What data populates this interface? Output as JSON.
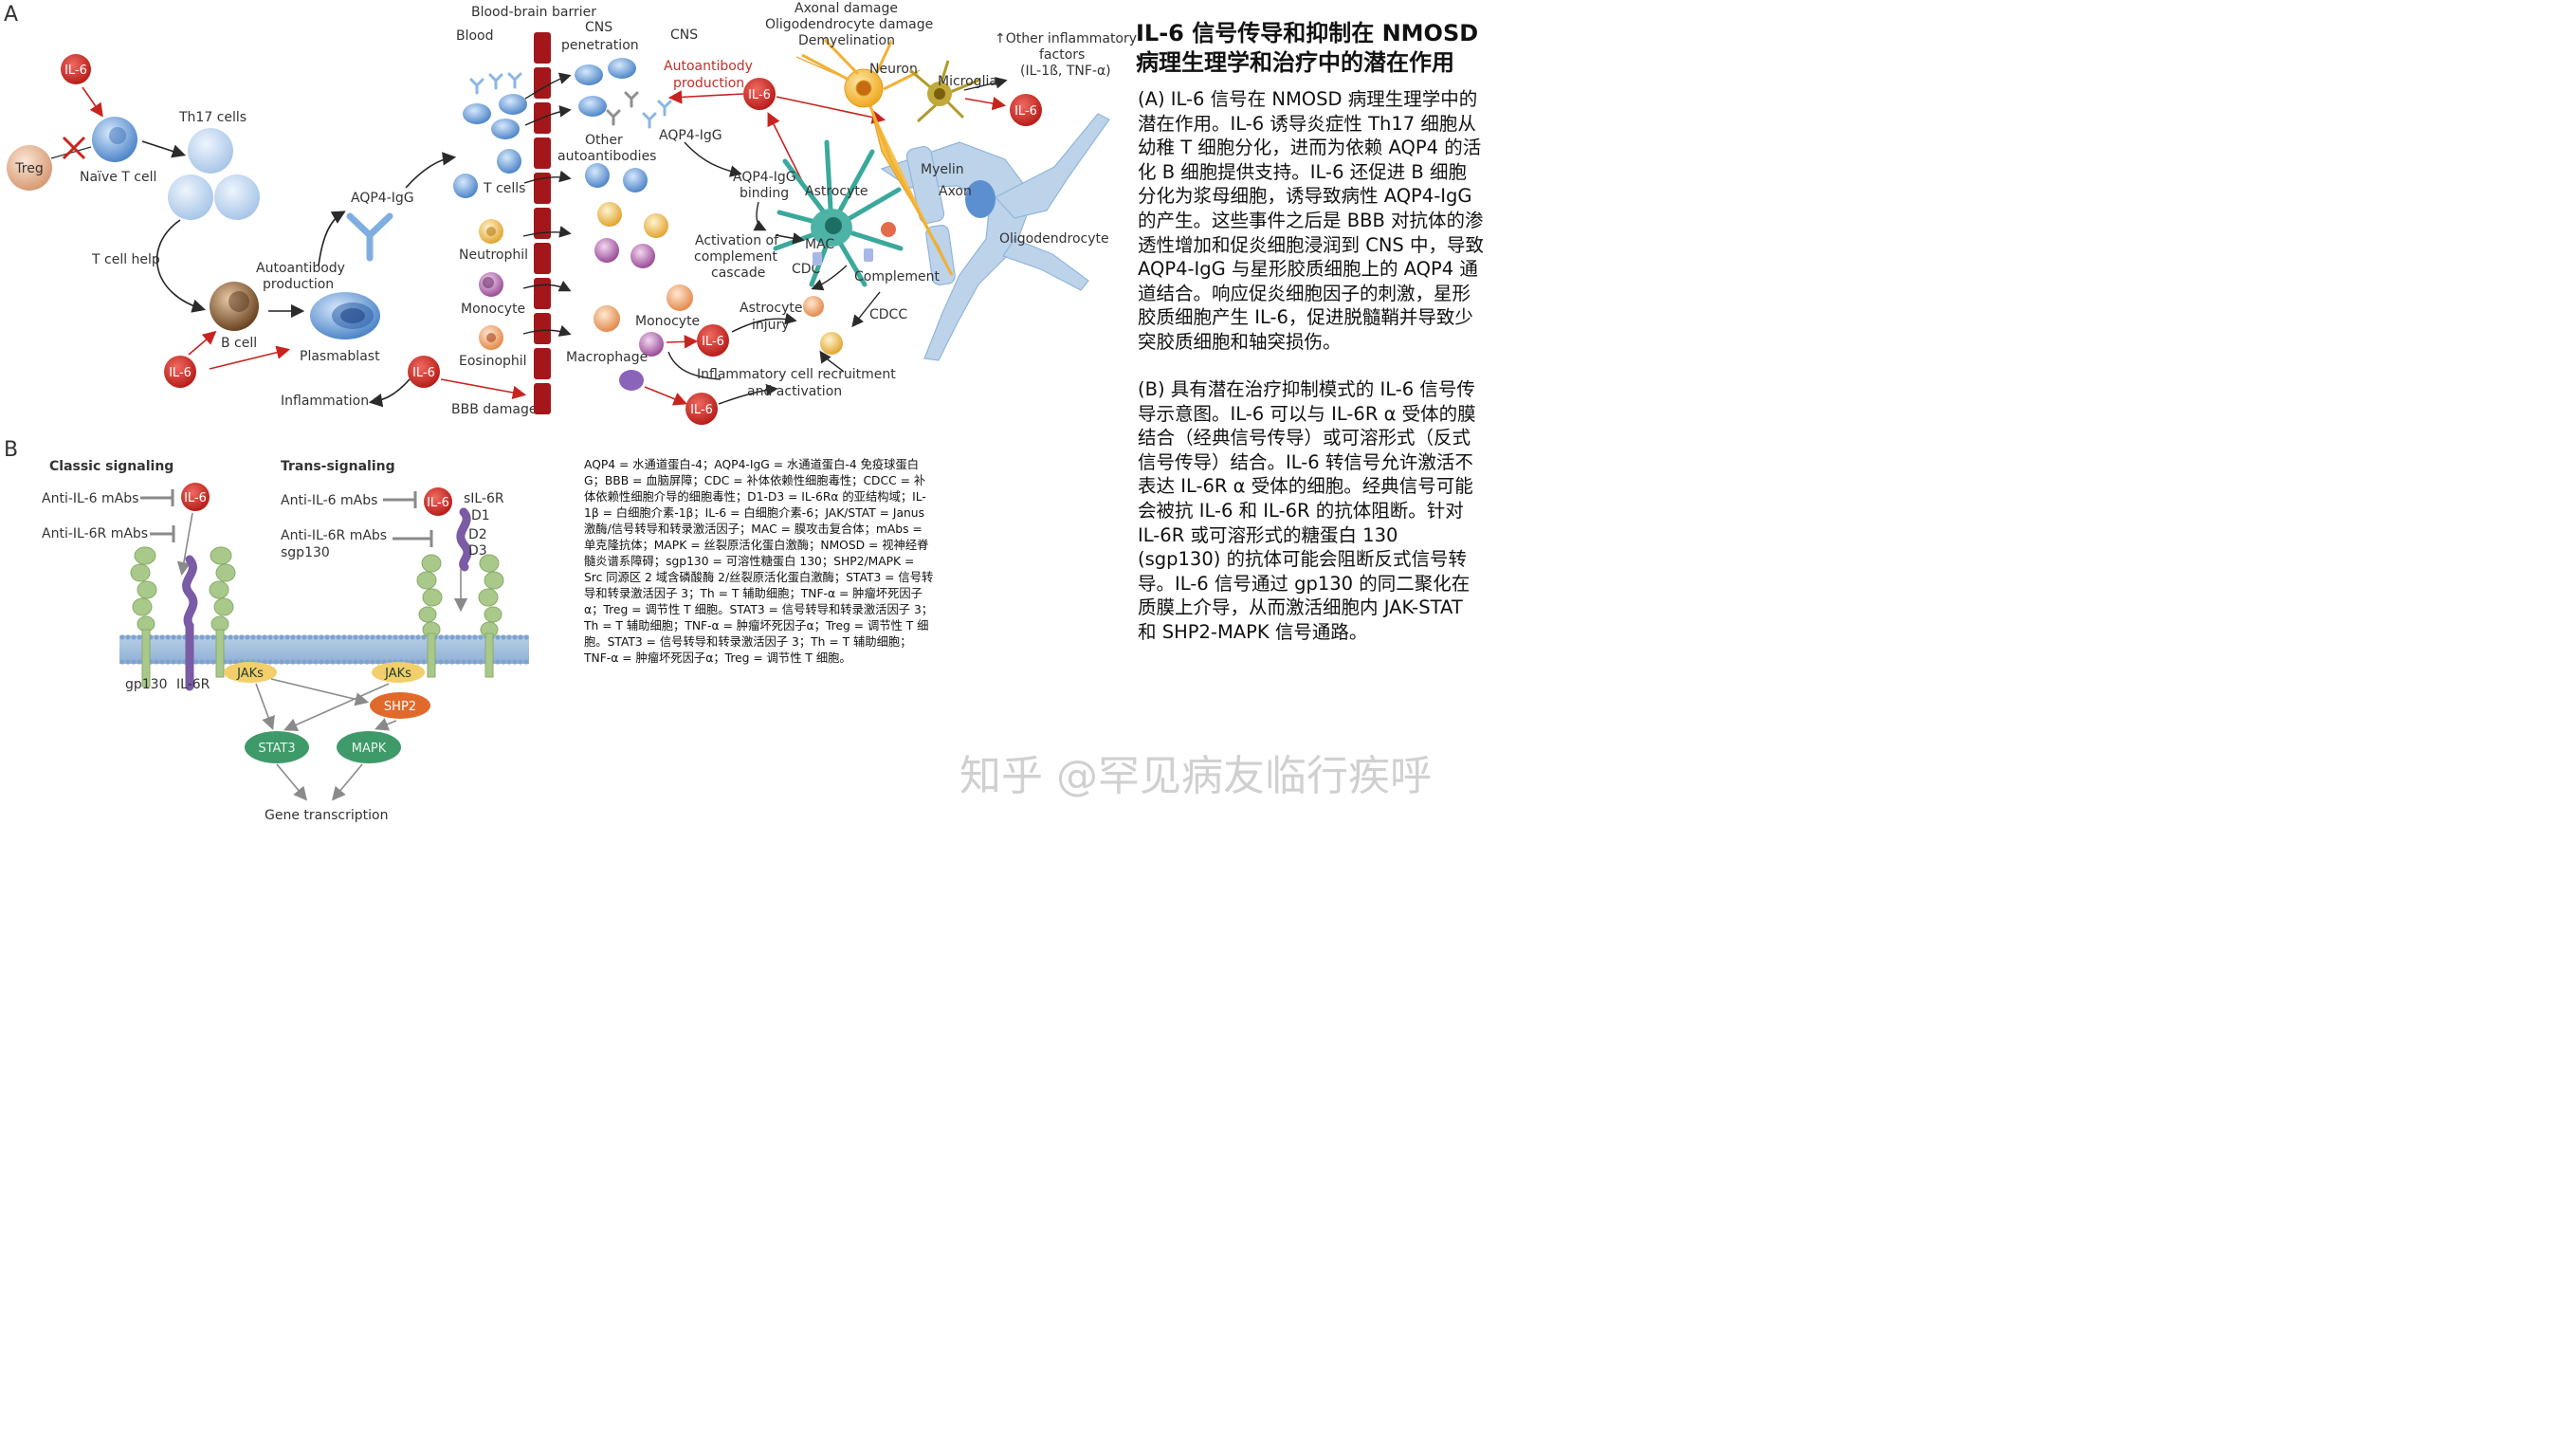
{
  "panel_a": {
    "letter": "A",
    "labels": {
      "th17": "Th17 cells",
      "naive": "Naïve T cell",
      "treg": "Treg",
      "t_help": "T cell help",
      "b_cell": "B cell",
      "plasmablast": "Plasmablast",
      "aqp4_igg": "AQP4-IgG",
      "autoab_1": "Autoantibody",
      "autoab_2": "production",
      "inflammation": "Inflammation",
      "bbb_damage": "BBB damage",
      "bbb": "Blood-brain barrier",
      "blood": "Blood",
      "cns_pen_1": "CNS",
      "cns_pen_2": "penetration",
      "cns": "CNS",
      "t_cells": "T cells",
      "neutrophil": "Neutrophil",
      "monocyte": "Monocyte",
      "eosinophil": "Eosinophil",
      "macrophage": "Macrophage",
      "monocyte_cns": "Monocyte",
      "other_autoab_1": "Other",
      "other_autoab_2": "autoantibodies",
      "aqp4_igg_cns": "AQP4-IgG",
      "aqp4_binding_1": "AQP4-IgG",
      "aqp4_binding_2": "binding",
      "astrocyte": "Astrocyte",
      "activation_1": "Activation of",
      "activation_2": "complement",
      "activation_3": "cascade",
      "mac": "MAC",
      "cdc": "CDC",
      "complement": "Complement",
      "astro_injury_1": "Astrocyte",
      "astro_injury_2": "injury",
      "cdcc": "CDCC",
      "recruit_1": "Inflammatory cell recruitment",
      "recruit_2": "and activation",
      "autoab_prod_1": "Autoantibody",
      "autoab_prod_2": "production",
      "axonal_1": "Axonal damage",
      "axonal_2": "Oligodendrocyte damage",
      "axonal_3": "Demyelination",
      "neuron": "Neuron",
      "microglia": "Microglia",
      "other_infl_1": "↑Other inflammatory",
      "other_infl_2": "factors",
      "other_infl_3": "(IL-1ß, TNF-α)",
      "myelin": "Myelin",
      "axon": "Axon",
      "oligodendrocyte": "Oligodendrocyte",
      "il6": "IL-6"
    }
  },
  "panel_b": {
    "letter": "B",
    "labels": {
      "classic": "Classic signaling",
      "trans": "Trans-signaling",
      "anti_il6_1": "Anti-IL-6 mAbs",
      "anti_il6r_1": "Anti-IL-6R mAbs",
      "anti_il6_2": "Anti-IL-6 mAbs",
      "anti_il6r_2a": "Anti-IL-6R mAbs",
      "anti_il6r_2b": "sgp130",
      "sil6r": "sIL-6R",
      "d1": "D1",
      "d2": "D2",
      "d3": "D3",
      "gp130": "gp130",
      "il6r": "IL-6R",
      "jaks": "JAKs",
      "shp2": "SHP2",
      "stat3": "STAT3",
      "mapk": "MAPK",
      "gene": "Gene transcription",
      "il6": "IL-6"
    }
  },
  "abbreviations": "AQP4 = 水通道蛋白-4；AQP4-IgG = 水通道蛋白-4 免疫球蛋白 G；BBB = 血脑屏障；CDC = 补体依赖性细胞毒性；CDCC = 补体依赖性细胞介导的细胞毒性；D1-D3 = IL-6Rα 的亚结构域；IL-1β = 白细胞介素-1β；IL-6 = 白细胞介素-6；JAK/STAT = Janus 激酶/信号转导和转录激活因子；MAC = 膜攻击复合体；mAbs = 单克隆抗体；MAPK = 丝裂原活化蛋白激酶；NMOSD = 视神经脊髓炎谱系障碍；sgp130 = 可溶性糖蛋白 130；SHP2/MAPK = Src 同源区 2 域含磷酸酶 2/丝裂原活化蛋白激酶；STAT3 = 信号转导和转录激活因子 3；Th = T 辅助细胞；TNF-α = 肿瘤坏死因子α；Treg = 调节性 T 细胞。STAT3 = 信号转导和转录激活因子 3；Th = T 辅助细胞；TNF-α = 肿瘤坏死因子α；Treg = 调节性 T 细胞。STAT3 = 信号转导和转录激活因子 3；Th = T 辅助细胞；TNF-α = 肿瘤坏死因子α；Treg = 调节性 T 细胞。",
  "right_panel": {
    "title": "IL-6 信号传导和抑制在 NMOSD 病理生理学和治疗中的潜在作用",
    "desc_a": "(A) IL-6 信号在 NMOSD 病理生理学中的潜在作用。IL-6 诱导炎症性 Th17 细胞从幼稚 T 细胞分化，进而为依赖 AQP4 的活化 B 细胞提供支持。IL-6 还促进 B 细胞分化为浆母细胞，诱导致病性 AQP4-IgG 的产生。这些事件之后是 BBB 对抗体的渗透性增加和促炎细胞浸润到 CNS 中，导致 AQP4-IgG 与星形胶质细胞上的 AQP4 通道结合。响应促炎细胞因子的刺激，星形胶质细胞产生 IL-6，促进脱髓鞘并导致少突胶质细胞和轴突损伤。",
    "desc_b": "(B) 具有潜在治疗抑制模式的 IL-6 信号传导示意图。IL-6 可以与 IL-6R α 受体的膜结合（经典信号传导）或可溶形式（反式信号传导）结合。IL-6 转信号允许激活不表达 IL-6R α 受体的细胞。经典信号可能会被抗 IL-6 和 IL-6R 的抗体阻断。针对 IL-6R 或可溶形式的糖蛋白 130 (sgp130) 的抗体可能会阻断反式信号转导。IL-6 信号通过 gp130 的同二聚化在质膜上介导，从而激活细胞内 JAK-STAT 和 SHP2-MAPK 信号通路。"
  },
  "watermark": "知乎 @罕见病友临行疾呼",
  "colors": {
    "il6_red": "#c8241f",
    "bbb_red": "#a3171b",
    "cell_blue": "#5b8fd0",
    "astrocyte_teal": "#3aa99b",
    "neuron_yellow": "#f2b134",
    "oligo_blue": "#b9cfe6",
    "receptor_green": "#a9c98a",
    "il6r_purple": "#7a5ba5",
    "stat3_green": "#3f9a6a",
    "shp2_orange": "#e06a2c",
    "jaks_yellow": "#f2cf6a"
  }
}
